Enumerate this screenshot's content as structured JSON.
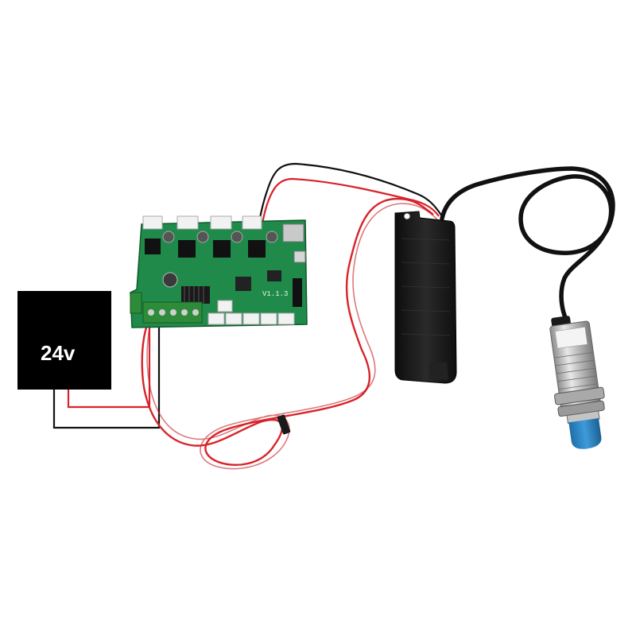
{
  "power_supply": {
    "label": "24v",
    "color": "#000000"
  },
  "board": {
    "silkscreen": "V1.1.3",
    "pcb_color": "#1f8a4a"
  },
  "colors": {
    "wire_red": "#d8232a",
    "wire_black": "#111111",
    "sensor_cap": "#2f86c4",
    "sensor_body": "#b7b7b7",
    "housing": "#1a1a1a"
  },
  "icons": {
    "power_supply": "power-supply-box",
    "board": "control-board",
    "relay": "relay-module",
    "sensor": "inductive-proximity-sensor"
  }
}
